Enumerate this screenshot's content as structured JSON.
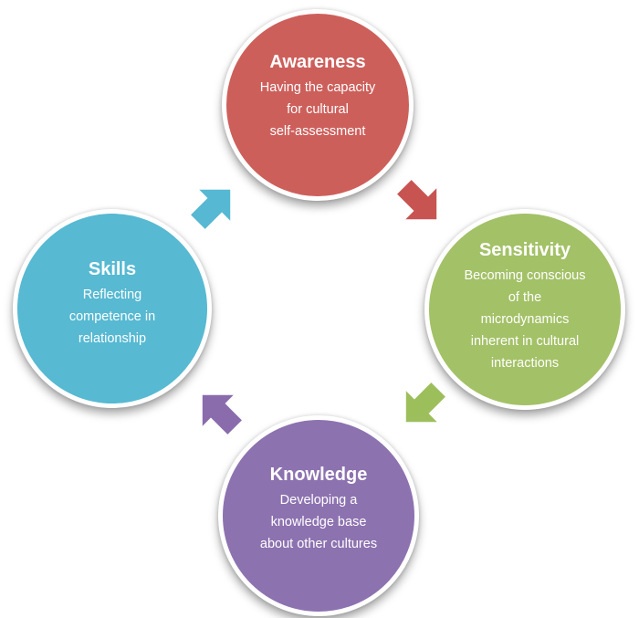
{
  "nodes": [
    {
      "id": "awareness",
      "title": "Awareness",
      "description": "Having the capacity\nfor cultural\nself-assessment",
      "color": "#cd5f5b"
    },
    {
      "id": "sensitivity",
      "title": "Sensitivity",
      "description": "Becoming conscious\nof the\nmicrodynamics\ninherent in cultural\ninteractions",
      "color": "#a3c167"
    },
    {
      "id": "knowledge",
      "title": "Knowledge",
      "description": "Developing a\nknowledge base\nabout other cultures",
      "color": "#8d72b0"
    },
    {
      "id": "skills",
      "title": "Skills",
      "description": "Reflecting\ncompetence in\nrelationship",
      "color": "#57b9d2"
    }
  ],
  "arrows": [
    {
      "from": "awareness",
      "to": "sensitivity",
      "color": "#c85452"
    },
    {
      "from": "sensitivity",
      "to": "knowledge",
      "color": "#9cbf5c"
    },
    {
      "from": "knowledge",
      "to": "skills",
      "color": "#8a6cad"
    },
    {
      "from": "skills",
      "to": "awareness",
      "color": "#56b8d3"
    }
  ]
}
